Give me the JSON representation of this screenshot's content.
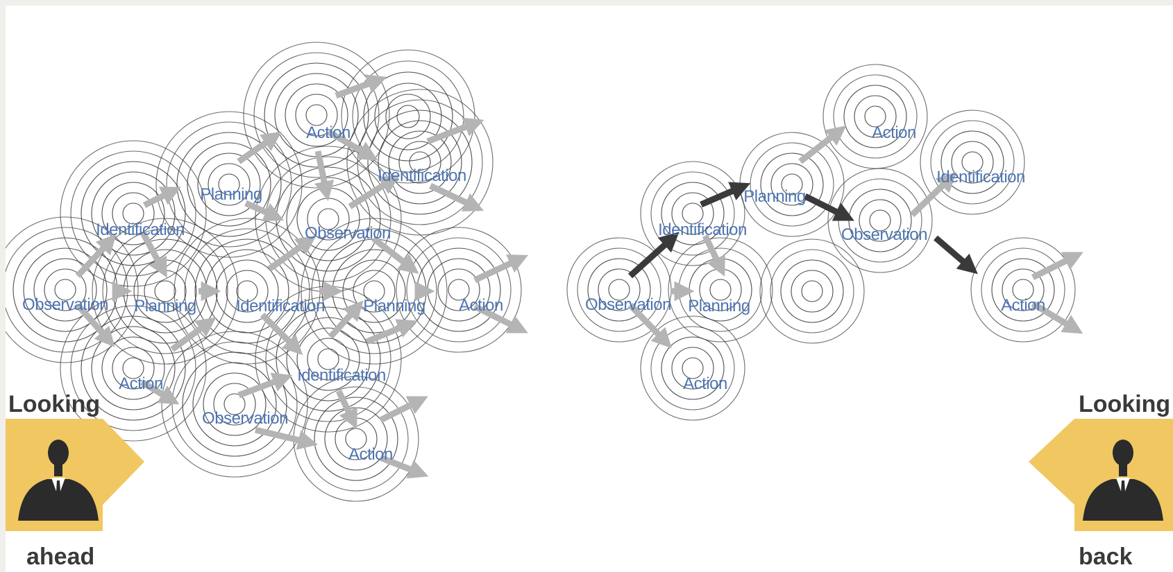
{
  "colors": {
    "background": "#ffffff",
    "ring": "#3a3a3a",
    "node_text": "#4d75b3",
    "arrow_light": "#b4b4b4",
    "arrow_dark": "#3a3a3a",
    "panel_arrow": "#f0c761",
    "caption_text": "#3a3a3a"
  },
  "left_panel": {
    "caption_top": "Looking",
    "caption_bottom": "ahead",
    "nodes": [
      {
        "id": "L-obs-1",
        "label": "Observation"
      },
      {
        "id": "L-ident-1",
        "label": "Identification"
      },
      {
        "id": "L-plan-1",
        "label": "Planning"
      },
      {
        "id": "L-act-1",
        "label": "Action"
      },
      {
        "id": "L-plan-2",
        "label": "Planning"
      },
      {
        "id": "L-act-2",
        "label": "Action"
      },
      {
        "id": "L-ident-2",
        "label": "Identification"
      },
      {
        "id": "L-obs-2",
        "label": "Observation"
      },
      {
        "id": "L-obs-3",
        "label": "Observation"
      },
      {
        "id": "L-ident-3",
        "label": "Identification"
      },
      {
        "id": "L-plan-3",
        "label": "Planning"
      },
      {
        "id": "L-act-3",
        "label": "Action"
      },
      {
        "id": "L-ident-4",
        "label": "Identification"
      },
      {
        "id": "L-act-4",
        "label": "Action"
      }
    ]
  },
  "right_panel": {
    "caption_top": "Looking",
    "caption_bottom": "back",
    "nodes": [
      {
        "id": "R-obs-1",
        "label": "Observation"
      },
      {
        "id": "R-ident-1",
        "label": "Identification"
      },
      {
        "id": "R-plan-1",
        "label": "Planning"
      },
      {
        "id": "R-act-1",
        "label": "Action"
      },
      {
        "id": "R-plan-2",
        "label": "Planning"
      },
      {
        "id": "R-act-2",
        "label": "Action"
      },
      {
        "id": "R-ident-2",
        "label": "Identification"
      },
      {
        "id": "R-obs-2",
        "label": "Observation"
      },
      {
        "id": "R-act-3",
        "label": "Action"
      }
    ]
  }
}
